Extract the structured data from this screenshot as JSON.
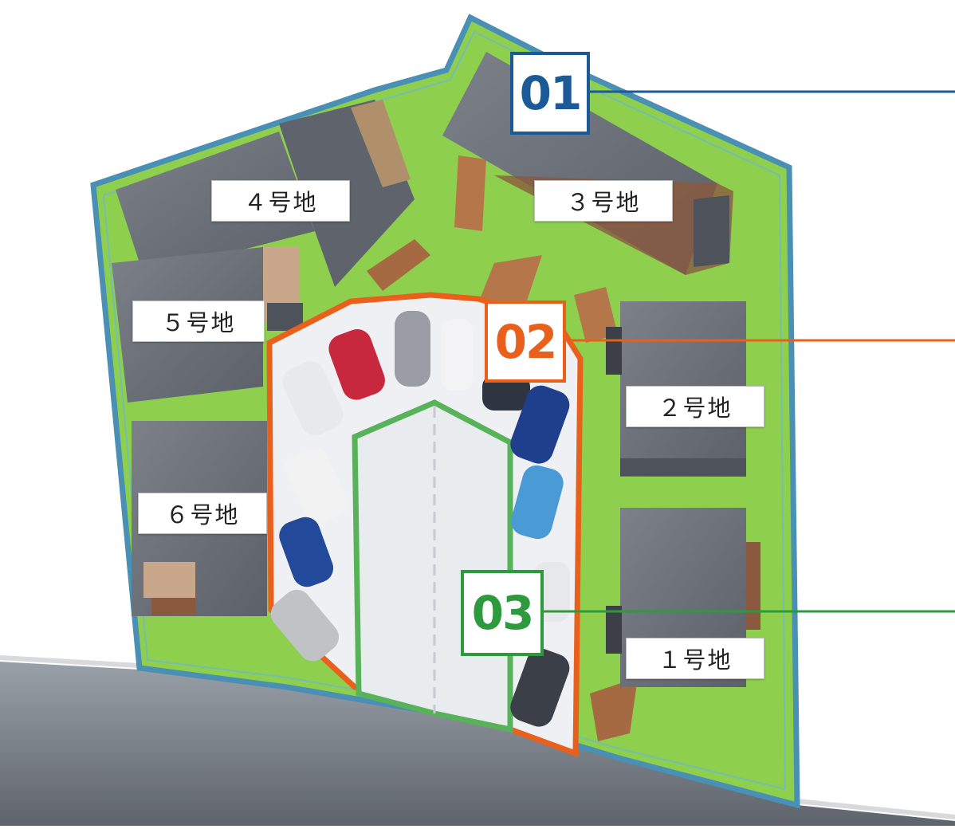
{
  "lots": [
    {
      "id": "lot-4",
      "label": "４号地"
    },
    {
      "id": "lot-3",
      "label": "３号地"
    },
    {
      "id": "lot-5",
      "label": "５号地"
    },
    {
      "id": "lot-2",
      "label": "２号地"
    },
    {
      "id": "lot-6",
      "label": "６号地"
    },
    {
      "id": "lot-1",
      "label": "１号地"
    }
  ],
  "callouts": [
    {
      "id": "01",
      "label": "01",
      "color": "#1b5a96"
    },
    {
      "id": "02",
      "label": "02",
      "color": "#e8601c"
    },
    {
      "id": "03",
      "label": "03",
      "color": "#2e9a3e"
    }
  ],
  "colors": {
    "grass": "#8ecf4e",
    "boundary": "#4a8fb4",
    "roof": "#6d7078",
    "road": "#6b6f78",
    "parking_outline": "#e8601c",
    "green_zone_outline": "#57b25a"
  }
}
